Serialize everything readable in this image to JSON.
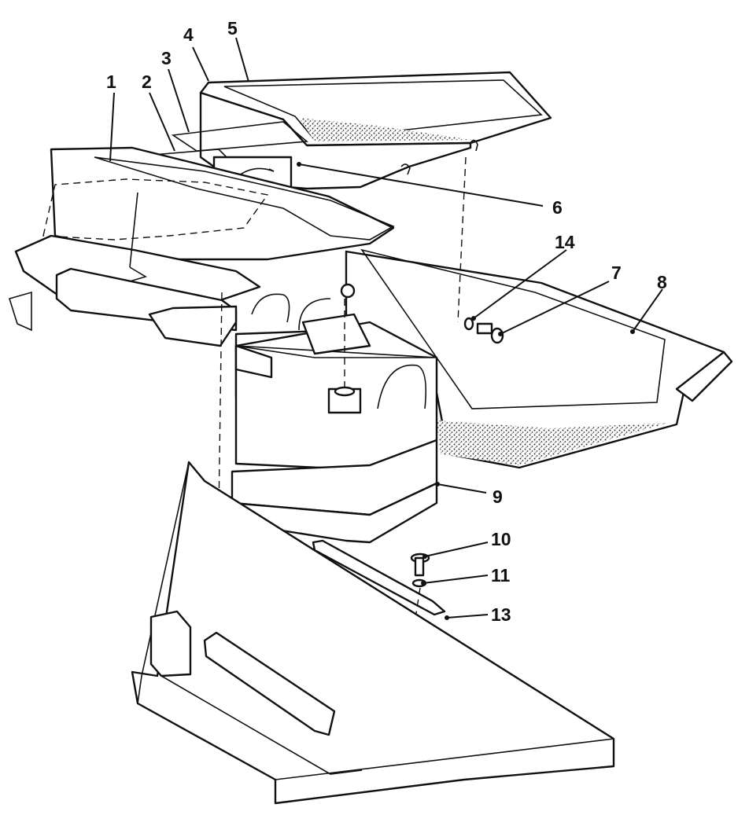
{
  "callouts": [
    "1",
    "2",
    "3",
    "4",
    "5",
    "6",
    "7",
    "8",
    "9",
    "10",
    "11",
    "13",
    "14"
  ],
  "colors": {
    "ink": "#111111",
    "paper": "#ffffff",
    "stipple": "#444444"
  }
}
